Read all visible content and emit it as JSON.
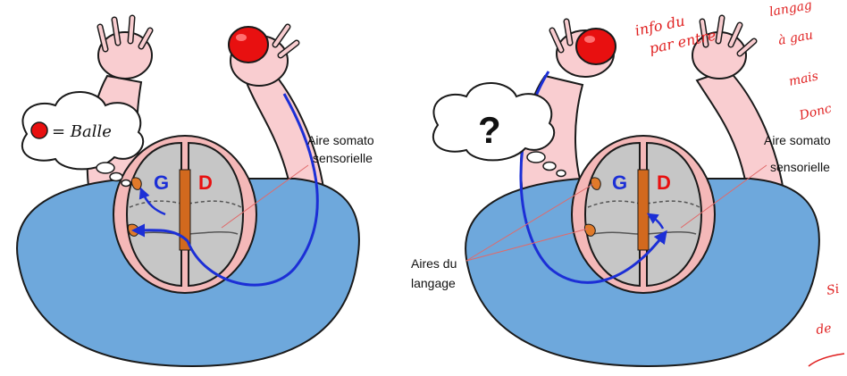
{
  "colors": {
    "skin": "#f9cdd0",
    "shirt": "#6ea8dc",
    "brain_gray": "#c6c6c6",
    "outline": "#1a1a1a",
    "arrow_blue": "#1c2fd6",
    "ball_red": "#e81010",
    "corpus_orange": "#d2691e",
    "speech_orange": "#e07a2a",
    "label_left": "#1c2fd6",
    "label_right": "#e81010",
    "handwriting_red": "#e02020",
    "pointer_line": "#e06a6a"
  },
  "icons": [
    "red-ball",
    "question-mark",
    "thought-bubble",
    "brain",
    "hand"
  ],
  "left_panel": {
    "bubble_text": "= Balle",
    "hemisphere_left": "G",
    "hemisphere_right": "D",
    "label_somato_line1": "Aire somato",
    "label_somato_line2": "sensorielle"
  },
  "right_panel": {
    "bubble_text": "?",
    "hemisphere_left": "G",
    "hemisphere_right": "D",
    "label_somato_line1": "Aire somato",
    "label_somato_line2": "sensorielle",
    "label_language_line1": "Aires du",
    "label_language_line2": "langage"
  },
  "annotations": {
    "line1": "info du",
    "line2": "par entre",
    "line3": "langag",
    "line4": "à gau",
    "line5": "mais",
    "line6": "Donc",
    "line7": "Si",
    "line8": "de"
  }
}
